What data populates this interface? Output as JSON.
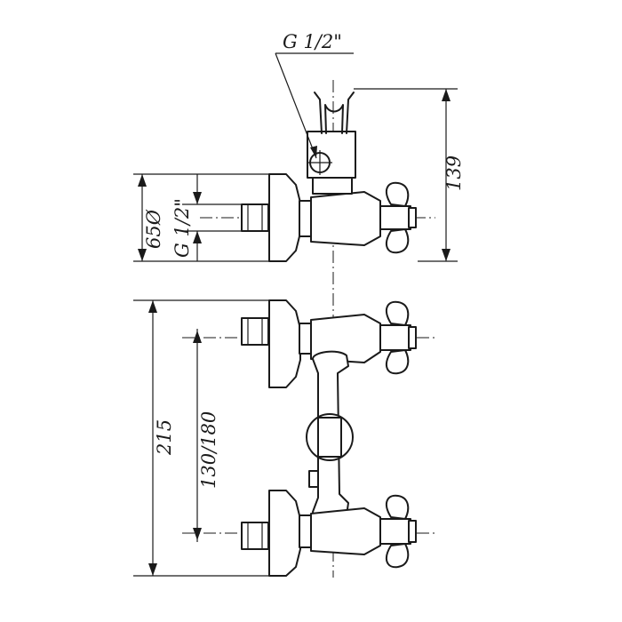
{
  "diagram": {
    "dimensions": {
      "thread_top": "G 1/2\"",
      "height_top_view": "139",
      "pipe_diameter": "65Ø",
      "thread_side": "G 1/2\"",
      "overall_height": "215",
      "center_distance": "130/180"
    },
    "colors": {
      "line": "#1a1a1a",
      "background": "#ffffff"
    }
  }
}
